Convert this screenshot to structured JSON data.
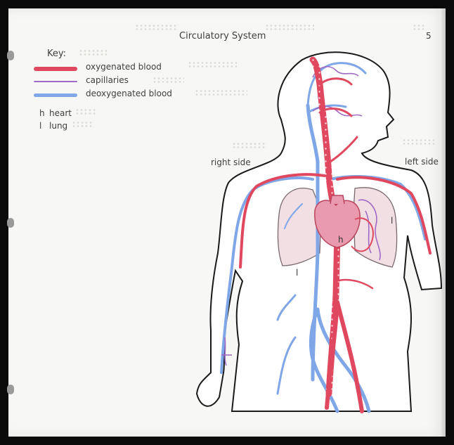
{
  "title": "Circulatory System",
  "page_number": "5",
  "key": {
    "heading": "Key:",
    "items": [
      {
        "label": "oxygenated blood",
        "color": "#e0485f"
      },
      {
        "label": "capillaries",
        "color": "#a06bc6"
      },
      {
        "label": "deoxygenated blood",
        "color": "#7fa6e6"
      }
    ],
    "abbreviations": [
      {
        "letter": "h",
        "label": "heart"
      },
      {
        "letter": "l",
        "label": "lung"
      }
    ]
  },
  "labels": {
    "right_side": "right side",
    "left_side": "left side",
    "heart_marker": "h",
    "lung_marker_left": "l",
    "lung_marker_right": "l"
  },
  "colors": {
    "oxygenated": "#e0485f",
    "deoxygenated": "#7fa6e6",
    "capillary": "#a06bc6",
    "heart": "#e99aae",
    "lung": "#f1dfe4"
  }
}
